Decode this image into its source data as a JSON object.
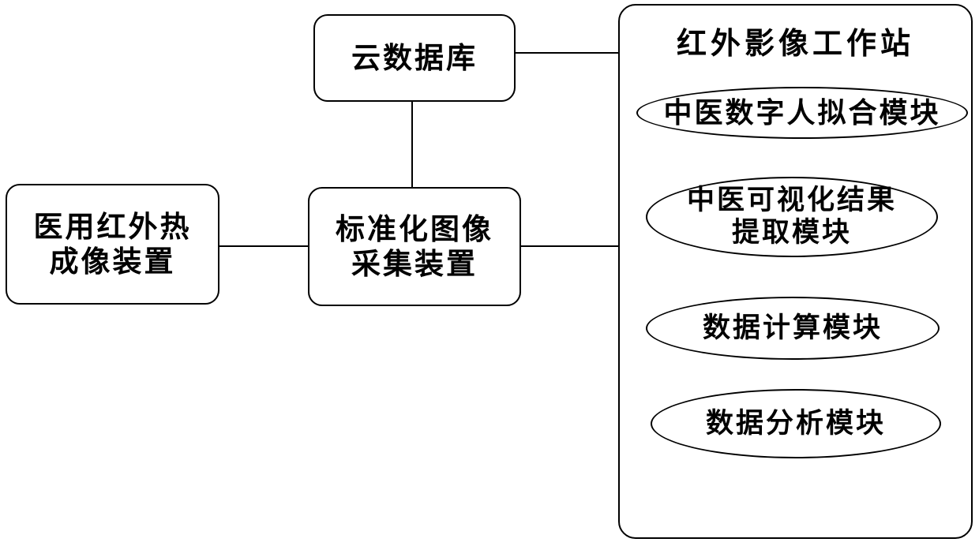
{
  "diagram": {
    "background_color": "#ffffff",
    "stroke_color": "#000000",
    "nodes": {
      "cloud_db": {
        "label": "云数据库"
      },
      "imaging_device": {
        "line1": "医用红外热",
        "line2": "成像装置"
      },
      "capture_device": {
        "line1": "标准化图像",
        "line2": "采集装置"
      },
      "workstation": {
        "title": "红外影像工作站"
      }
    },
    "modules": [
      {
        "line1": "中医数字人拟合模块"
      },
      {
        "line1": "中医可视化结果",
        "line2": "提取模块"
      },
      {
        "line1": "数据计算模块"
      },
      {
        "line1": "数据分析模块"
      }
    ],
    "connectors": [
      {
        "from": "cloud_db",
        "to": "workstation",
        "type": "line"
      },
      {
        "from": "cloud_db",
        "to": "capture_device",
        "type": "line"
      },
      {
        "from": "imaging_device",
        "to": "capture_device",
        "type": "line"
      },
      {
        "from": "capture_device",
        "to": "workstation",
        "type": "line"
      }
    ]
  }
}
